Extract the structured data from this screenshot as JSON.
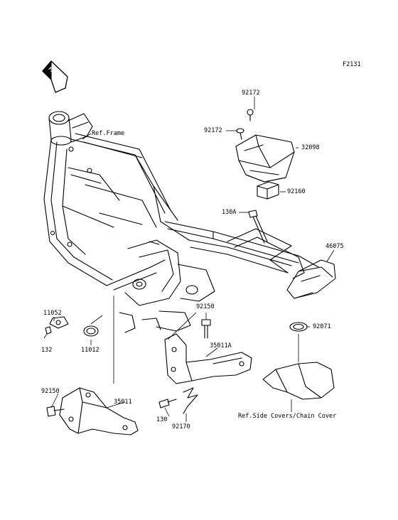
{
  "figure_code": "F2131",
  "front_badge": "FRONT",
  "callouts": {
    "ref_frame": "Ref.Frame",
    "ref_side_covers": "Ref.Side Covers/Chain Cover",
    "p92172_top": "92172",
    "p92172_mid": "92172",
    "p32098": "32098",
    "p92160": "92160",
    "p130a": "130A",
    "p46075": "46075",
    "p11052": "11052",
    "p92150_mid": "92150",
    "p92071": "92071",
    "p132": "132",
    "p11012": "11012",
    "p35011a": "35011A",
    "p92150_left": "92150",
    "p35011": "35011",
    "p130": "130",
    "p92170": "92170"
  }
}
